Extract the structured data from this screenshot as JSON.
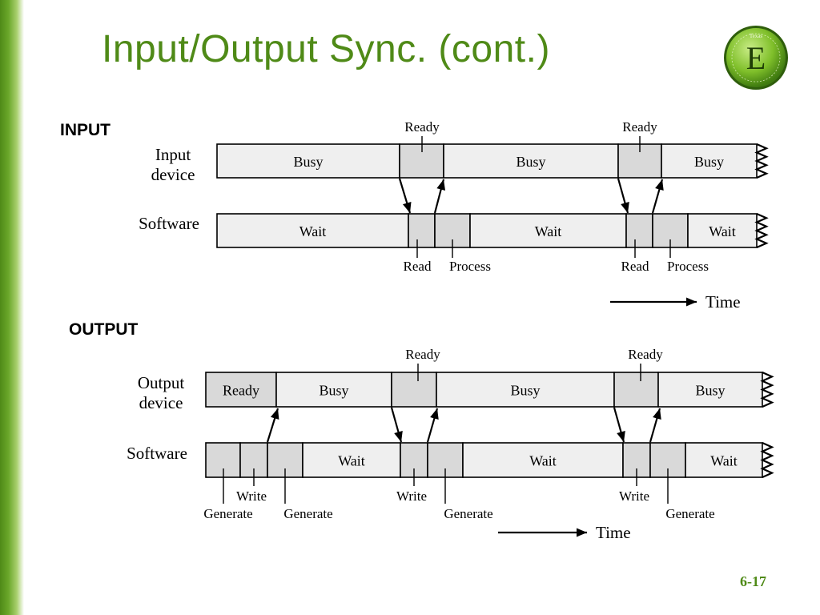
{
  "slide": {
    "title": "Input/Output Sync. (cont.)",
    "page_number": "6-17",
    "accent_color": "#4f8a17",
    "logo_icon": "texas-e-seal-icon",
    "logo_letter": "E",
    "logo_top_text": "Texas"
  },
  "input": {
    "heading": "INPUT",
    "device_label": [
      "Input",
      "device"
    ],
    "software_label": "Software",
    "device_segments": [
      "Busy",
      "",
      "Busy",
      "",
      "Busy"
    ],
    "device_marks": [
      "Ready",
      "Ready"
    ],
    "software_segments": [
      "Wait",
      "",
      "",
      "Wait",
      "",
      "",
      "Wait"
    ],
    "software_marks": [
      "Read",
      "Process",
      "Read",
      "Process"
    ],
    "time_label": "Time"
  },
  "output": {
    "heading": "OUTPUT",
    "device_label": [
      "Output",
      "device"
    ],
    "software_label": "Software",
    "device_segments": [
      "Ready",
      "Busy",
      "",
      "Busy",
      "",
      "Busy"
    ],
    "device_marks": [
      "Ready",
      "Ready"
    ],
    "software_segments": [
      "",
      "",
      "",
      "Wait",
      "",
      "",
      "Wait",
      "",
      "",
      "Wait"
    ],
    "software_marks": [
      "Write",
      "Generate",
      "Generate",
      "Write",
      "Generate",
      "Write",
      "Generate"
    ],
    "time_label": "Time"
  },
  "colors": {
    "busy_fill": "#efefef",
    "ready_fill": "#d9d9d9",
    "stroke": "#000000"
  }
}
